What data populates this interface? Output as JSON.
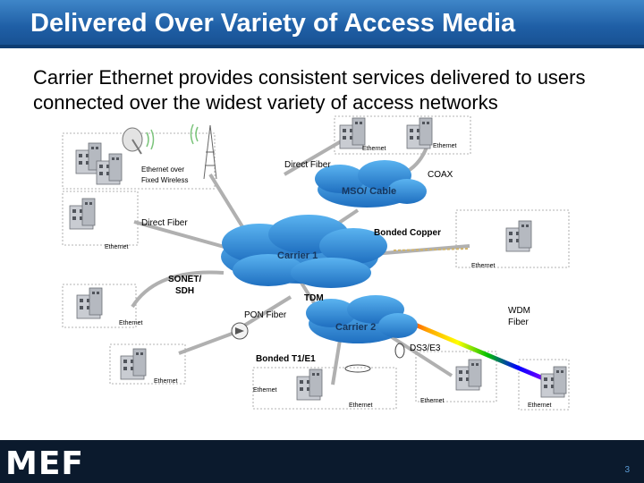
{
  "slide": {
    "title": "Delivered Over Variety of Access Media",
    "subtitle": "Carrier Ethernet provides consistent services delivered to users connected over the widest variety of access networks",
    "logo": "MEF",
    "page_number": "3"
  },
  "colors": {
    "title_bar": "#2a6db5",
    "cloud": "#2f8fd8",
    "footer": "#0b1a2d"
  },
  "clouds": {
    "mso": "MSO/ Cable",
    "carrier1": "Carrier 1",
    "carrier2": "Carrier 2"
  },
  "labels": {
    "eth_fixed_wireless_1": "Ethernet over",
    "eth_fixed_wireless_2": "Fixed Wireless",
    "direct_fiber_top": "Direct Fiber",
    "ethernet_top_left": "Ethernet",
    "ethernet_top_right": "Ethernet",
    "coax": "COAX",
    "direct_fiber_left": "Direct Fiber",
    "bonded_copper": "Bonded Copper",
    "ethernet_left": "Ethernet",
    "ethernet_right": "Ethernet",
    "sonet_1": "SONET/",
    "sonet_2": "SDH",
    "tdm": "TDM",
    "pon_fiber": "PON  Fiber",
    "wdm_1": "WDM",
    "wdm_2": "Fiber",
    "ethernet_sonet": "Ethernet",
    "ds3": "DS3/E3",
    "bonded_t1": "Bonded T1/E1",
    "ethernet_pon": "Ethernet",
    "ethernet_t1_a": "Ethernet",
    "ethernet_t1_b": "Ethernet",
    "ethernet_ds3": "Ethernet",
    "ethernet_wdm": "Ethernet"
  }
}
